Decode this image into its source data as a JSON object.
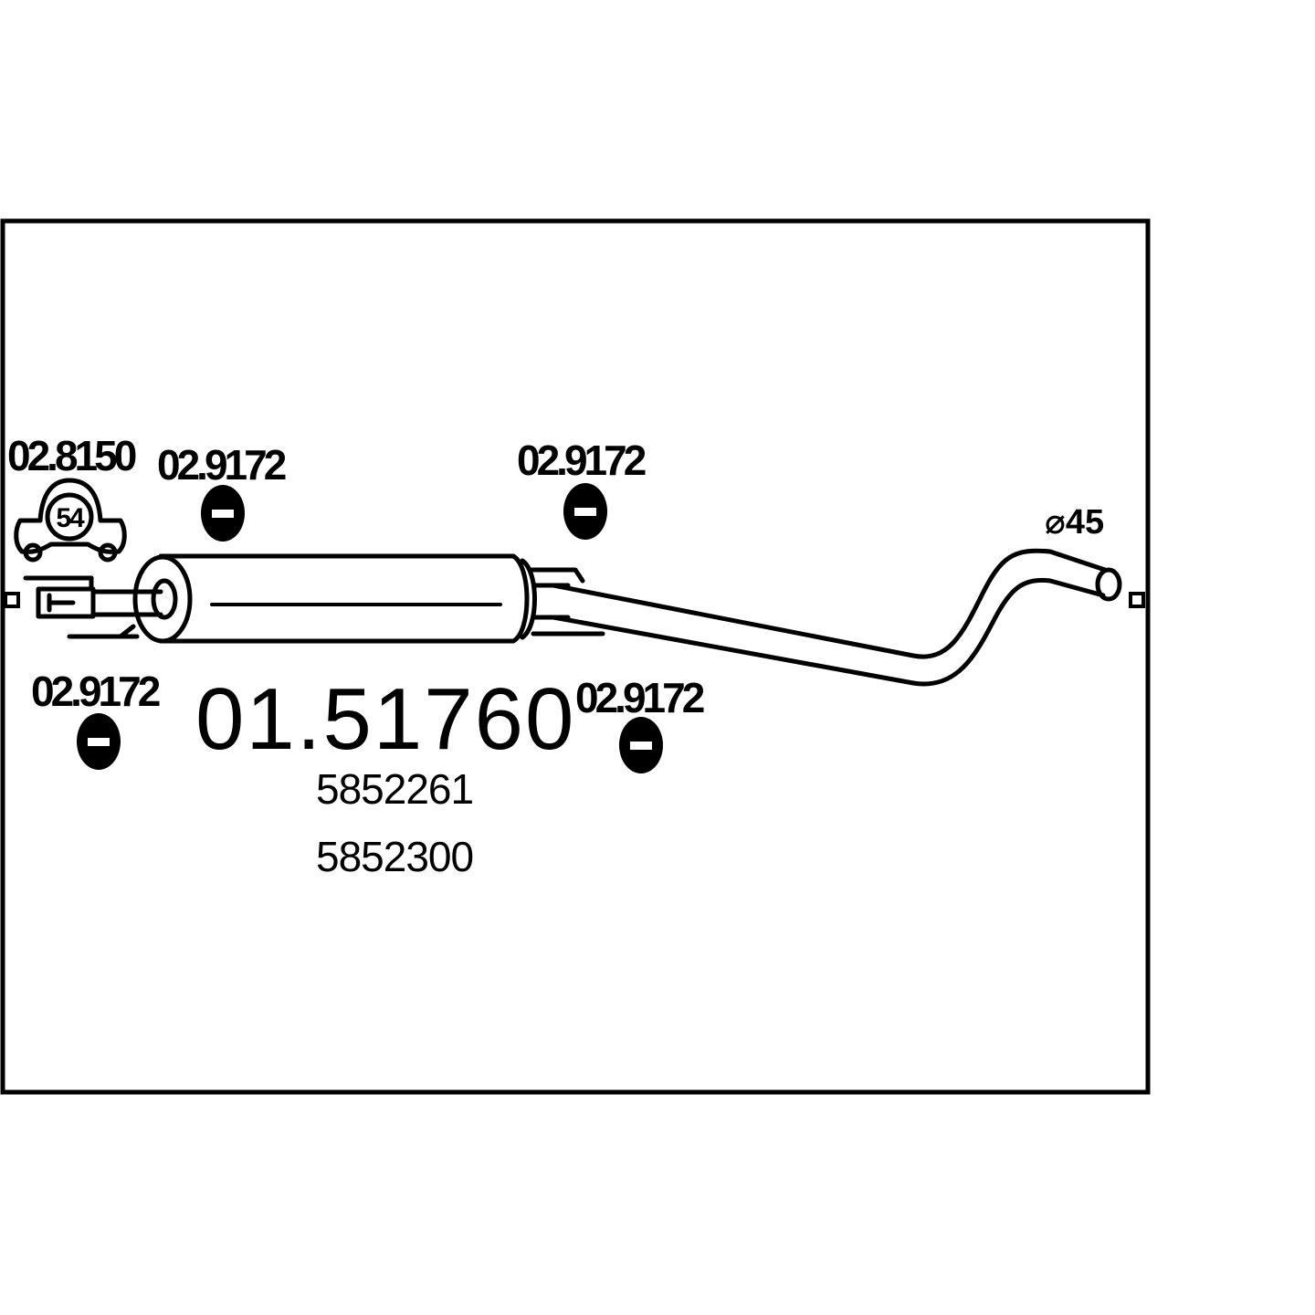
{
  "diagram": {
    "part_number": "01.51760",
    "oem_numbers": [
      "5852261",
      "5852300"
    ],
    "clamp": {
      "part": "02.8150",
      "size": "54"
    },
    "mounts": [
      {
        "part": "02.9172"
      },
      {
        "part": "02.9172"
      },
      {
        "part": "02.9172"
      },
      {
        "part": "02.9172"
      }
    ],
    "outlet_diameter": "⌀45",
    "colors": {
      "line": "#000000",
      "background": "#ffffff"
    }
  }
}
